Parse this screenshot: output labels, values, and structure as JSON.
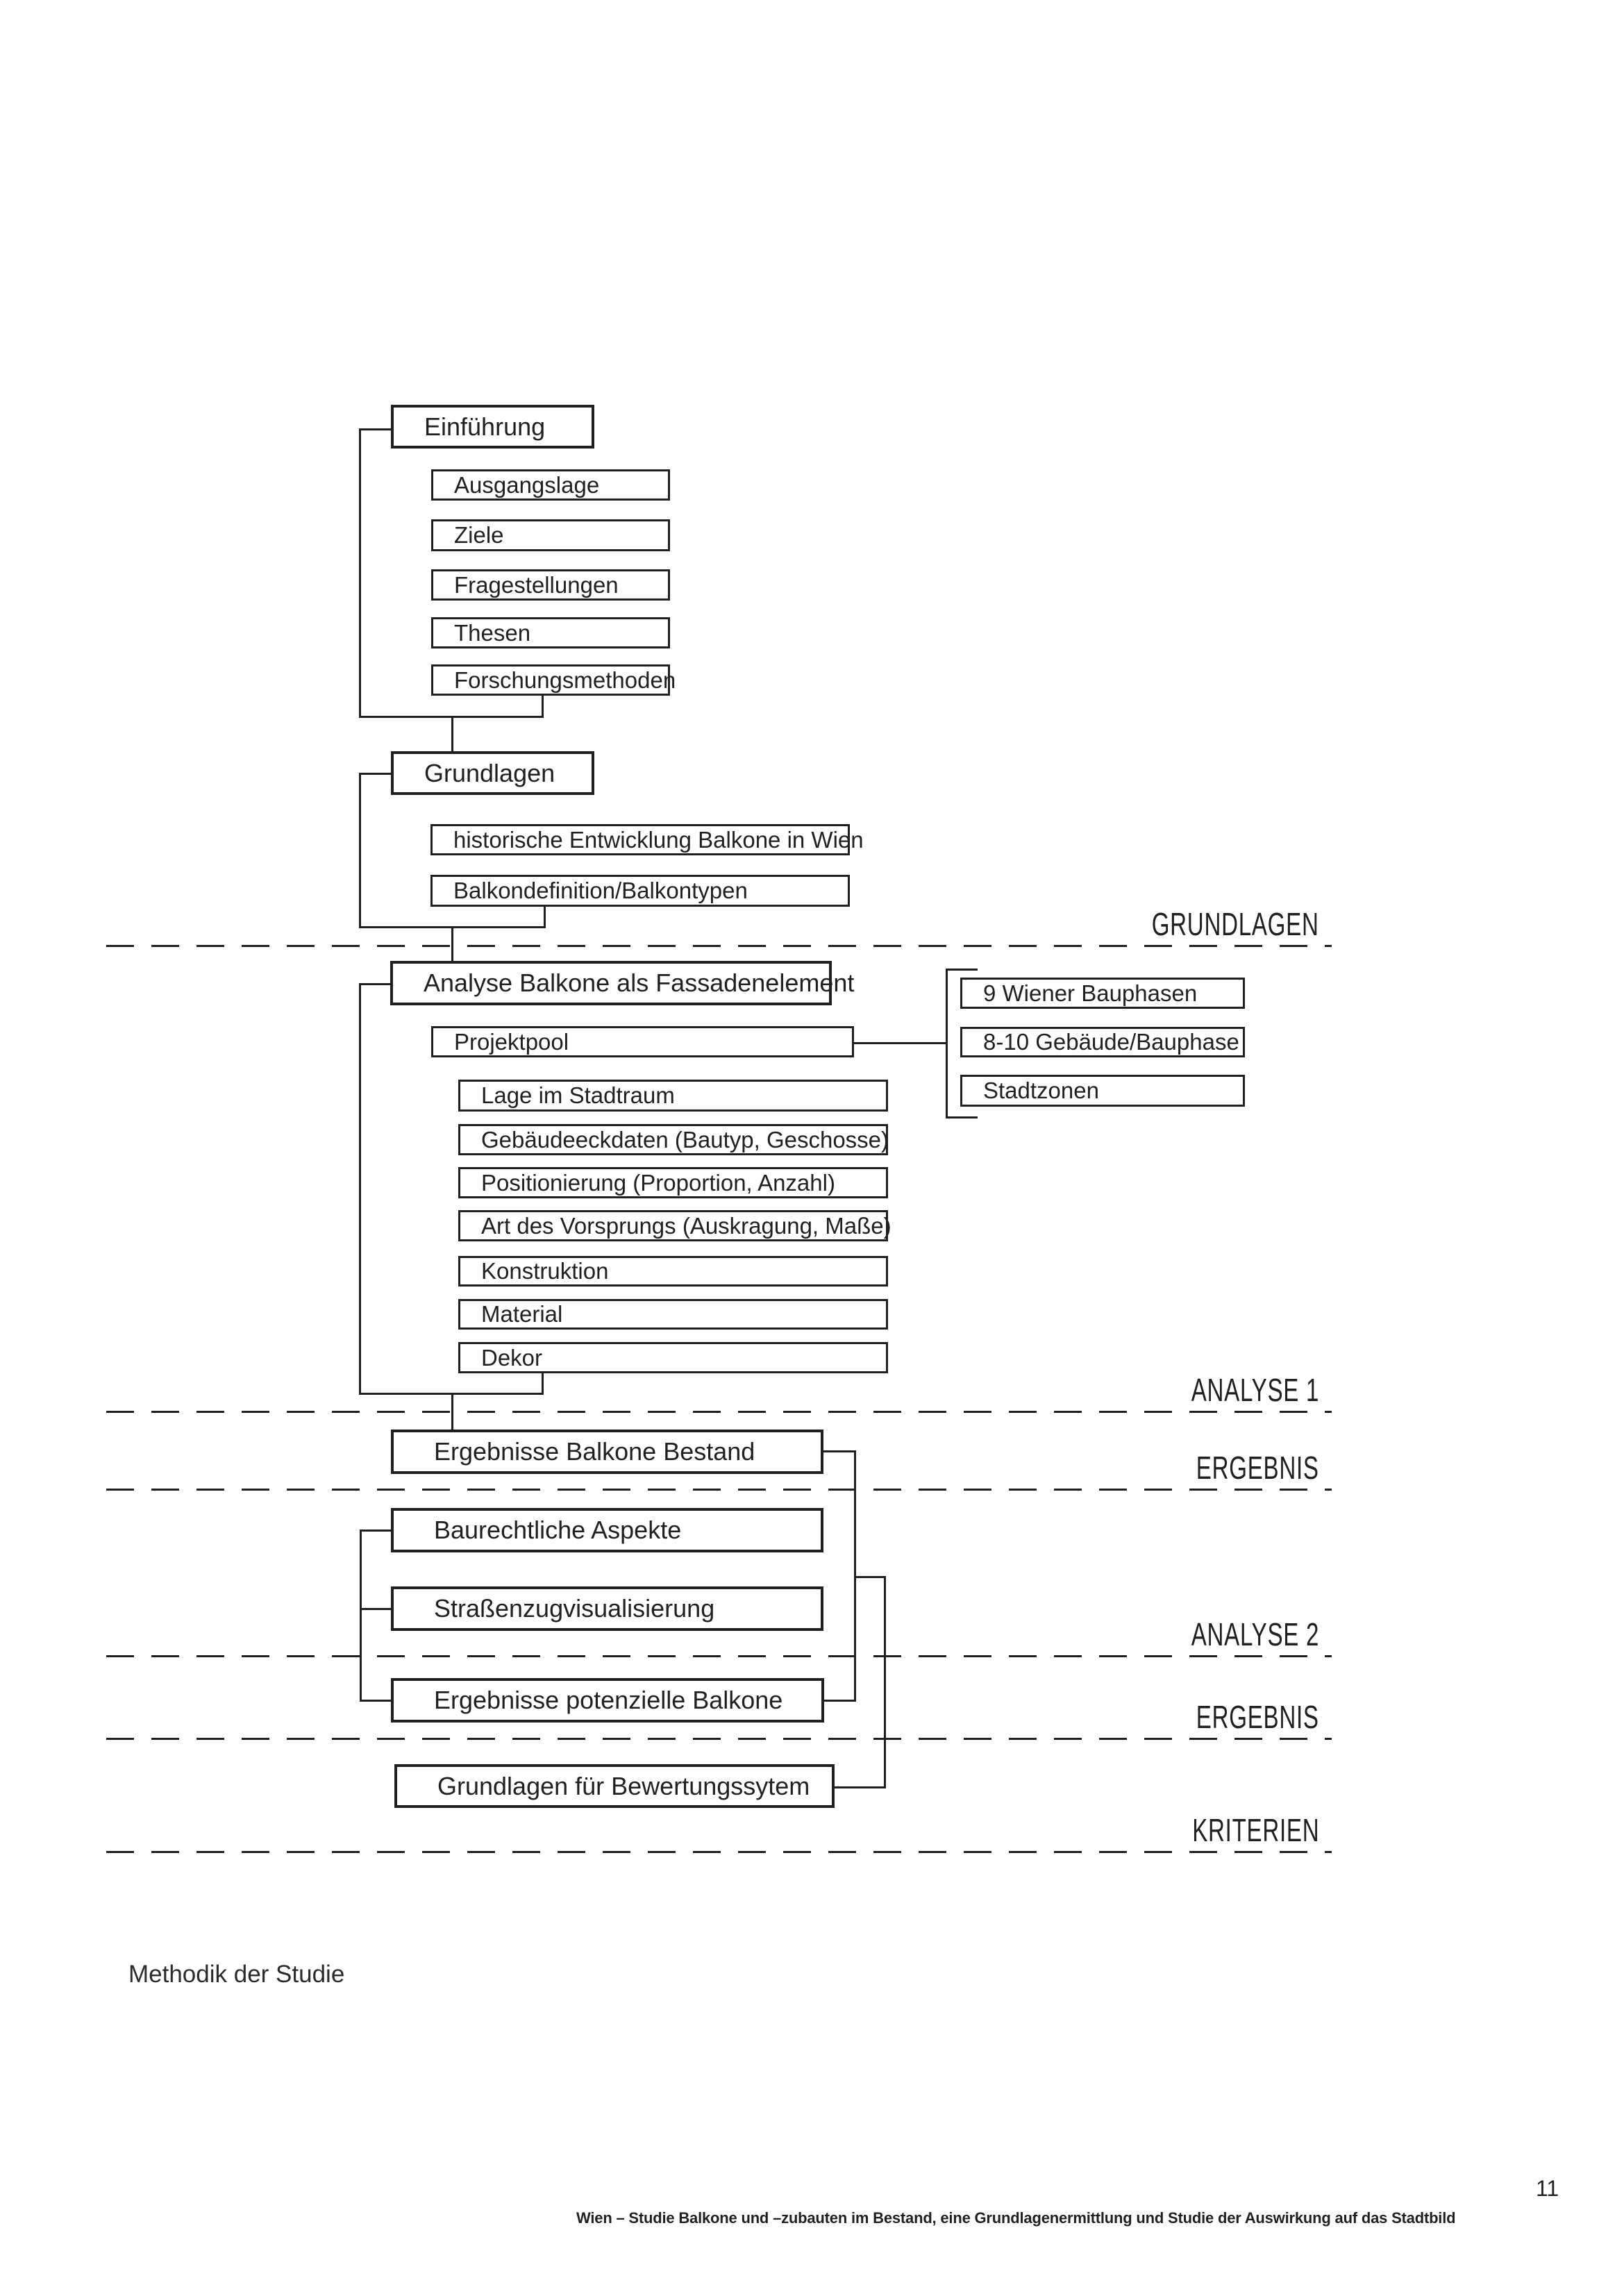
{
  "page": {
    "caption": "Methodik der Studie",
    "footer_text": "Wien – Studie  Balkone und –zubauten im Bestand, eine Grundlagenermittlung und Studie der Auswirkung auf das Stadtbild",
    "page_number": "11"
  },
  "colors": {
    "ink": "#231f20",
    "paper": "#ffffff"
  },
  "boxes": {
    "einfuehrung": "Einführung",
    "ausgangslage": "Ausgangslage",
    "ziele": "Ziele",
    "fragestellungen": "Fragestellungen",
    "thesen": "Thesen",
    "forschungsmethoden": "Forschungsmethoden",
    "grundlagen": "Grundlagen",
    "historische": "historische Entwicklung Balkone in Wien",
    "balkondefinition": "Balkondefinition/Balkontypen",
    "analyse": "Analyse Balkone als Fassadenelement",
    "projektpool": "Projektpool",
    "lage": "Lage im Stadtraum",
    "gebaeudeeckdaten": "Gebäudeeckdaten (Bautyp, Geschosse)",
    "positionierung": "Positionierung (Proportion, Anzahl)",
    "art_vorsprung": "Art des Vorsprungs (Auskragung, Maße)",
    "konstruktion": "Konstruktion",
    "material": "Material",
    "dekor": "Dekor",
    "bauphasen": "9 Wiener Bauphasen",
    "gebaeude_bauphase": "8-10 Gebäude/Bauphase",
    "stadtzonen": "Stadtzonen",
    "ergebnisse_bestand": "Ergebnisse Balkone Bestand",
    "baurechtliche": "Baurechtliche Aspekte",
    "strassenzug": "Straßenzugvisualisierung",
    "ergebnisse_potenzielle": "Ergebnisse potenzielle Balkone",
    "grundlagen_bewertung": "Grundlagen für Bewertungssytem"
  },
  "section_labels": {
    "grundlagen": "GRUNDLAGEN",
    "analyse1": "ANALYSE 1",
    "ergebnis1": "ERGEBNIS",
    "analyse2": "ANALYSE 2",
    "ergebnis2": "ERGEBNIS",
    "kriterien": "KRITERIEN"
  }
}
